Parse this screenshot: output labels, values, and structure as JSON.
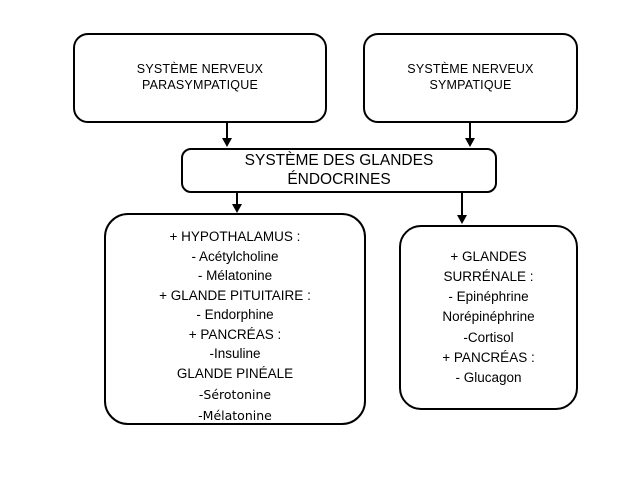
{
  "diagram": {
    "background_color": "#ffffff",
    "stroke_color": "#000000",
    "nodes": {
      "parasympathetic": {
        "lines": [
          "SYSTÈME NERVEUX",
          "PARASYMPATIQUE"
        ]
      },
      "sympathetic": {
        "lines": [
          "SYSTÈME NERVEUX",
          "SYMPATIQUE"
        ]
      },
      "endocrine": {
        "lines": [
          "SYSTÈME DES GLANDES",
          "ÉNDOCRINES"
        ]
      },
      "left_glands": {
        "lines": [
          "+ HYPOTHALAMUS :",
          "- Acétylcholine",
          "- Mélatonine",
          "+ GLANDE PITUITAIRE :",
          "- Endorphine",
          "+ PANCRÉAS :",
          "-Insuline",
          "GLANDE PINÉALE",
          "-Sérotonine",
          "-Mélatonine"
        ]
      },
      "right_glands": {
        "lines": [
          "+ GLANDES",
          "SURRÉNALE :",
          "- Epinéphrine",
          "Norépinéphrine",
          "-Cortisol",
          "+ PANCRÉAS :",
          "- Glucagon"
        ]
      }
    },
    "arrows": [
      {
        "name": "parasympathetic-to-endocrine",
        "direction": "down"
      },
      {
        "name": "sympathetic-to-endocrine",
        "direction": "down"
      },
      {
        "name": "endocrine-to-left-glands",
        "direction": "down"
      },
      {
        "name": "endocrine-to-right-glands",
        "direction": "down"
      }
    ]
  }
}
